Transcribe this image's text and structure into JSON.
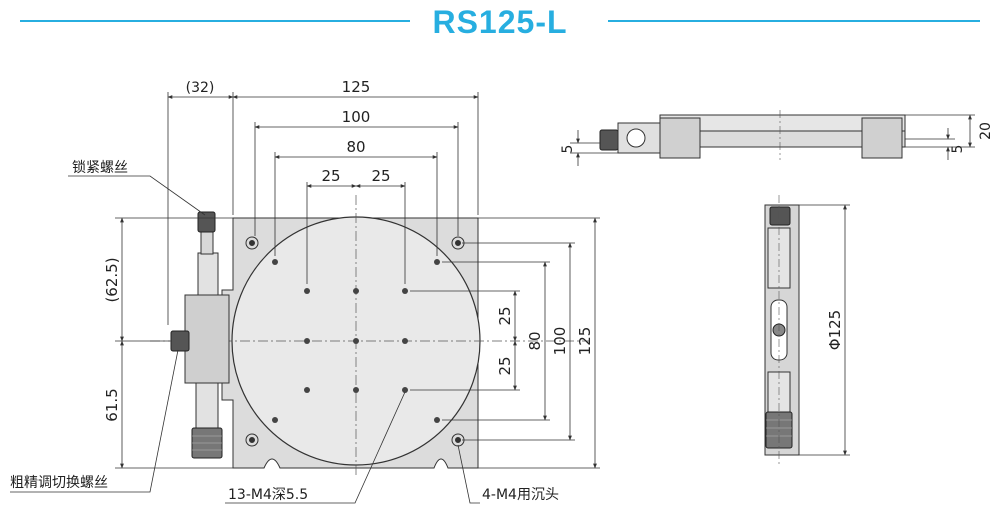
{
  "title": "RS125-L",
  "colors": {
    "accent": "#27aee0",
    "line": "#333333",
    "plate": "#dcdcdc",
    "body": "#c8c8c8",
    "dark": "#555555"
  },
  "dims": {
    "top_offset": "(32)",
    "width_125": "125",
    "width_100": "100",
    "width_80": "80",
    "pitch_left": "25",
    "pitch_right": "25",
    "left_upper": "(62.5)",
    "left_lower": "61.5",
    "right_25_upper": "25",
    "right_25_lower": "25",
    "right_80": "80",
    "right_100": "100",
    "right_125": "125",
    "side_5_left": "5",
    "side_5_right": "5",
    "side_20": "20",
    "diameter": "Φ125"
  },
  "labels": {
    "lock_screw": "锁紧螺丝",
    "fine_coarse_screw": "粗精调切换螺丝",
    "holes_m4": "13-M4深5.5",
    "counterbore": "4-M4用沉头"
  }
}
